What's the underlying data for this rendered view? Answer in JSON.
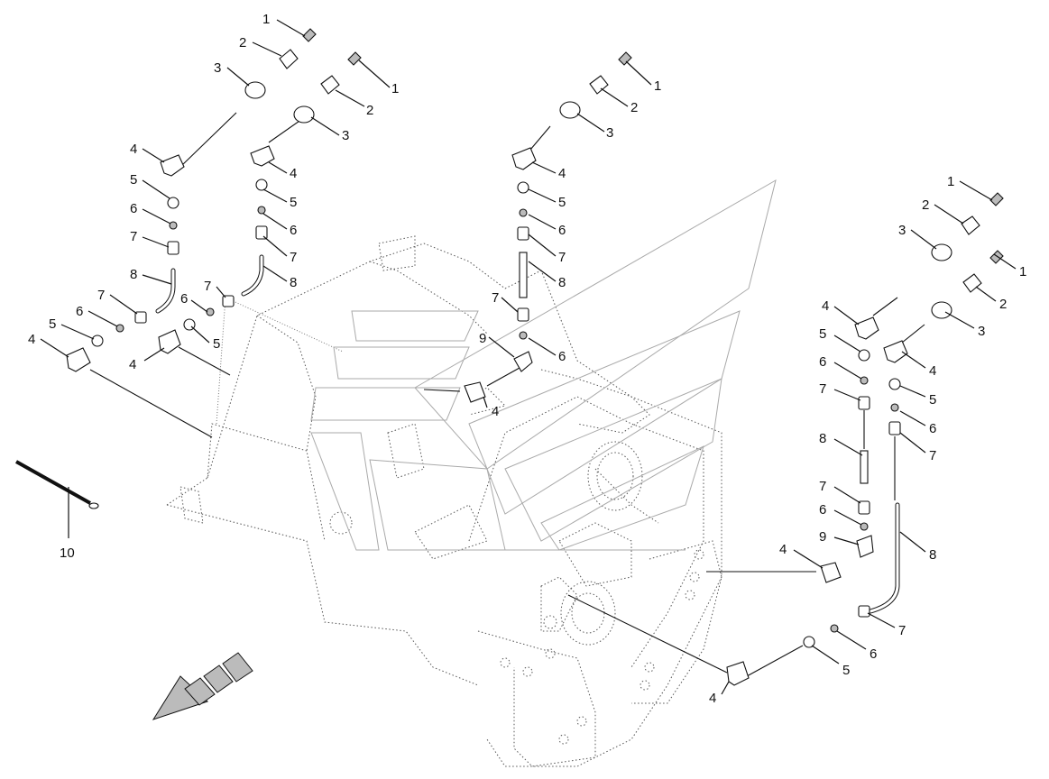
{
  "callouts": {
    "c1a": "1",
    "c2a": "2",
    "c3a": "3",
    "c4a": "4",
    "c5a": "5",
    "c6a": "6",
    "c7a": "7",
    "c8a": "8",
    "c7b": "7",
    "c6b": "6",
    "c5b": "5",
    "c4b": "4",
    "c1c": "1",
    "c2c": "2",
    "c3c": "3",
    "c4c": "4",
    "c5c": "5",
    "c6c": "6",
    "c7c": "7",
    "c8c": "8",
    "c7d": "7",
    "c6d": "6",
    "c5d": "5",
    "c4d": "4",
    "c1e": "1",
    "c2e": "2",
    "c3e": "3",
    "c4e": "4",
    "c5e": "5",
    "c6e": "6",
    "c7e": "7",
    "c8e": "8",
    "c7f": "7",
    "c9f": "9",
    "c6f": "6",
    "c4f": "4",
    "c1g": "1",
    "c2g": "2",
    "c3g": "3",
    "c4g": "4",
    "c5g": "5",
    "c6g": "6",
    "c7g": "7",
    "c8g": "8",
    "c7h": "7",
    "c6h": "6",
    "c9h": "9",
    "c4h": "4",
    "c1i": "1",
    "c2i": "2",
    "c3i": "3",
    "c4i": "4",
    "c5i": "5",
    "c6i": "6",
    "c7i": "7",
    "c8i": "8",
    "c7j": "7",
    "c6j": "6",
    "c5j": "5",
    "c4j": "4",
    "c10": "10"
  }
}
